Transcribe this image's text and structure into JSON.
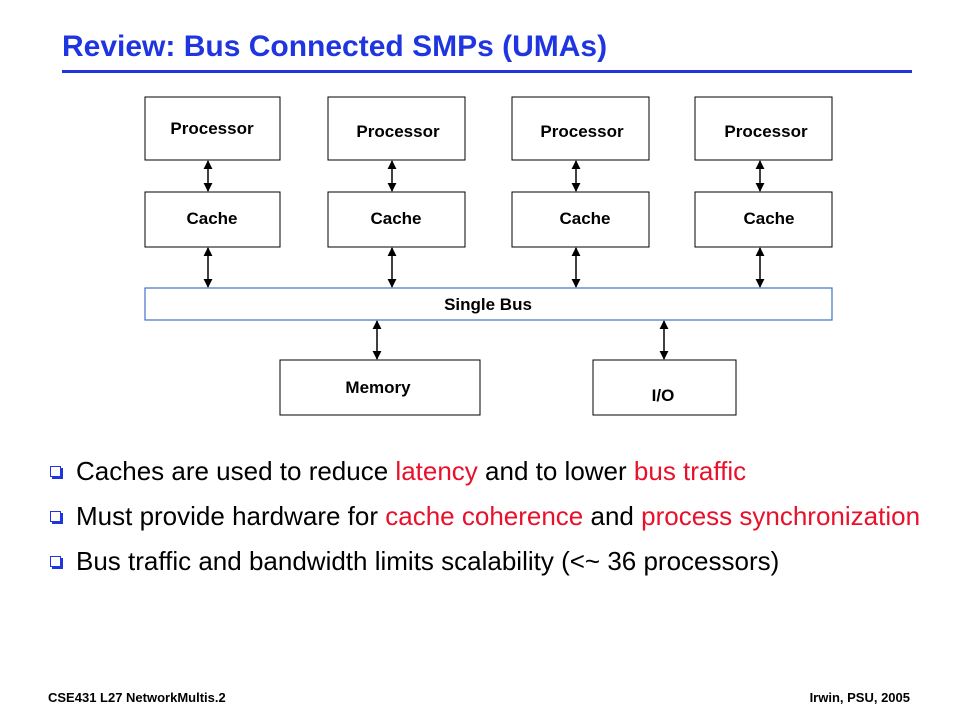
{
  "title": "Review:  Bus Connected SMPs (UMAs)",
  "diagram": {
    "processors": [
      "Processor",
      "Processor",
      "Processor",
      "Processor"
    ],
    "caches": [
      "Cache",
      "Cache",
      "Cache",
      "Cache"
    ],
    "bus": "Single Bus",
    "memory": "Memory",
    "io": "I/O",
    "colors": {
      "bus_border": "#4472c4",
      "arrow": "#000000"
    }
  },
  "bullets": [
    [
      {
        "t": "Caches are used to reduce ",
        "red": false
      },
      {
        "t": "latency",
        "red": true
      },
      {
        "t": " and to lower ",
        "red": false
      },
      {
        "t": "bus traffic",
        "red": true
      }
    ],
    [
      {
        "t": "Must provide hardware for ",
        "red": false
      },
      {
        "t": "cache coherence",
        "red": true
      },
      {
        "t": " and ",
        "red": false
      },
      {
        "t": "process synchronization",
        "red": true
      }
    ],
    [
      {
        "t": "Bus traffic and bandwidth limits scalability (<~ 36 processors)",
        "red": false
      }
    ]
  ],
  "footer": {
    "left": "CSE431  L27 NetworkMultis.2",
    "right": "Irwin, PSU, 2005"
  },
  "colors": {
    "title": "#1f35e0",
    "highlight": "#e8102b",
    "bullet_icon": "#1f35e0"
  }
}
